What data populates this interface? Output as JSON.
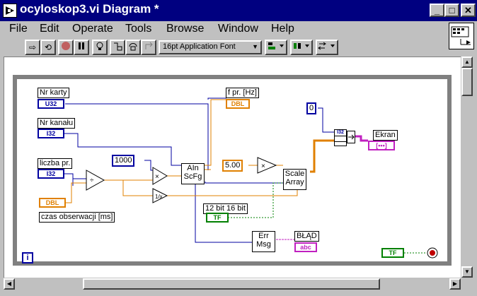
{
  "window": {
    "title": "ocyloskop3.vi Diagram *",
    "min_glyph": "_",
    "max_glyph": "□",
    "close_glyph": "✕"
  },
  "menu": {
    "items": [
      {
        "label": "File"
      },
      {
        "label": "Edit"
      },
      {
        "label": "Operate"
      },
      {
        "label": "Tools"
      },
      {
        "label": "Browse"
      },
      {
        "label": "Window"
      },
      {
        "label": "Help"
      }
    ]
  },
  "toolbar": {
    "font": "16pt Application Font"
  },
  "diagram": {
    "controls": {
      "nr_karty": {
        "label": "Nr karty",
        "type": "U32"
      },
      "nr_kanalu": {
        "label": "Nr kanału",
        "type": "I32"
      },
      "liczba_pr": {
        "label": "liczba pr.",
        "type": "I32"
      },
      "czas": {
        "label": "czas obserwacji [ms]",
        "type": "DBL"
      },
      "bit_switch": {
        "label": "12  bit    16 bit",
        "type": "TF"
      },
      "stop": {
        "type": "TF"
      }
    },
    "indicators": {
      "f_pr": {
        "label": "f pr. [Hz]",
        "type": "DBL"
      },
      "ekran": {
        "label": "Ekran",
        "type": "[•••]"
      },
      "blad": {
        "label": "BŁĄD",
        "type": "abc"
      }
    },
    "constants": {
      "c1000": "1000",
      "c500": "5.00",
      "c0": "0"
    },
    "nodes": {
      "ain": {
        "line1": "AIn",
        "line2": "ScFg"
      },
      "scale": {
        "line1": "Scale",
        "line2": "Array"
      },
      "err": {
        "line1": "Err",
        "line2": "Msg"
      },
      "bundle": "I32"
    },
    "info_glyph": "i"
  },
  "colors": {
    "titlebar": "#000080",
    "wire_int": "#0000a0",
    "wire_dbl": "#e08000",
    "wire_bool": "#008000",
    "wire_str": "#c020c0",
    "while_frame": "#808080"
  }
}
